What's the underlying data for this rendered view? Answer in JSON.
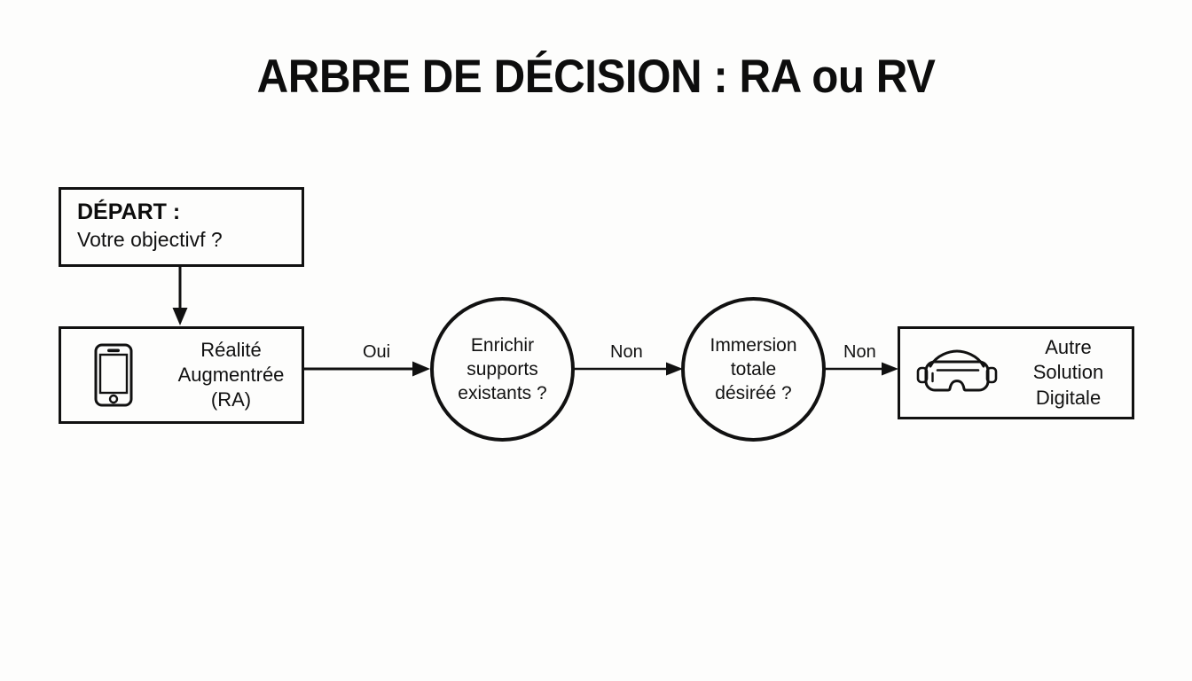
{
  "page": {
    "title": "ARBRE DE DÉCISION : RA ou RV",
    "background_color": "#fdfdfc",
    "stroke_color": "#111111"
  },
  "nodes": {
    "start": {
      "heading": "DÉPART :",
      "question": "Votre objectivf ?"
    },
    "ra": {
      "icon": "smartphone-icon",
      "line1": "Réalité",
      "line2": "Augmentrée",
      "line3": "(RA)"
    },
    "enrichir": {
      "line1": "Enrichir",
      "line2": "supports",
      "line3": "existants ?"
    },
    "immersion": {
      "line1": "Immersion",
      "line2": "totale",
      "line3": "désiréé ?"
    },
    "other": {
      "icon": "vr-headset-icon",
      "line1": "Autre",
      "line2": "Solution",
      "line3": "Digitale"
    }
  },
  "edges": {
    "start_to_ra": {
      "label": ""
    },
    "ra_to_enrichir": {
      "label": "Oui"
    },
    "enrichir_to_immersion": {
      "label": "Non"
    },
    "immersion_to_other": {
      "label": "Non"
    }
  }
}
